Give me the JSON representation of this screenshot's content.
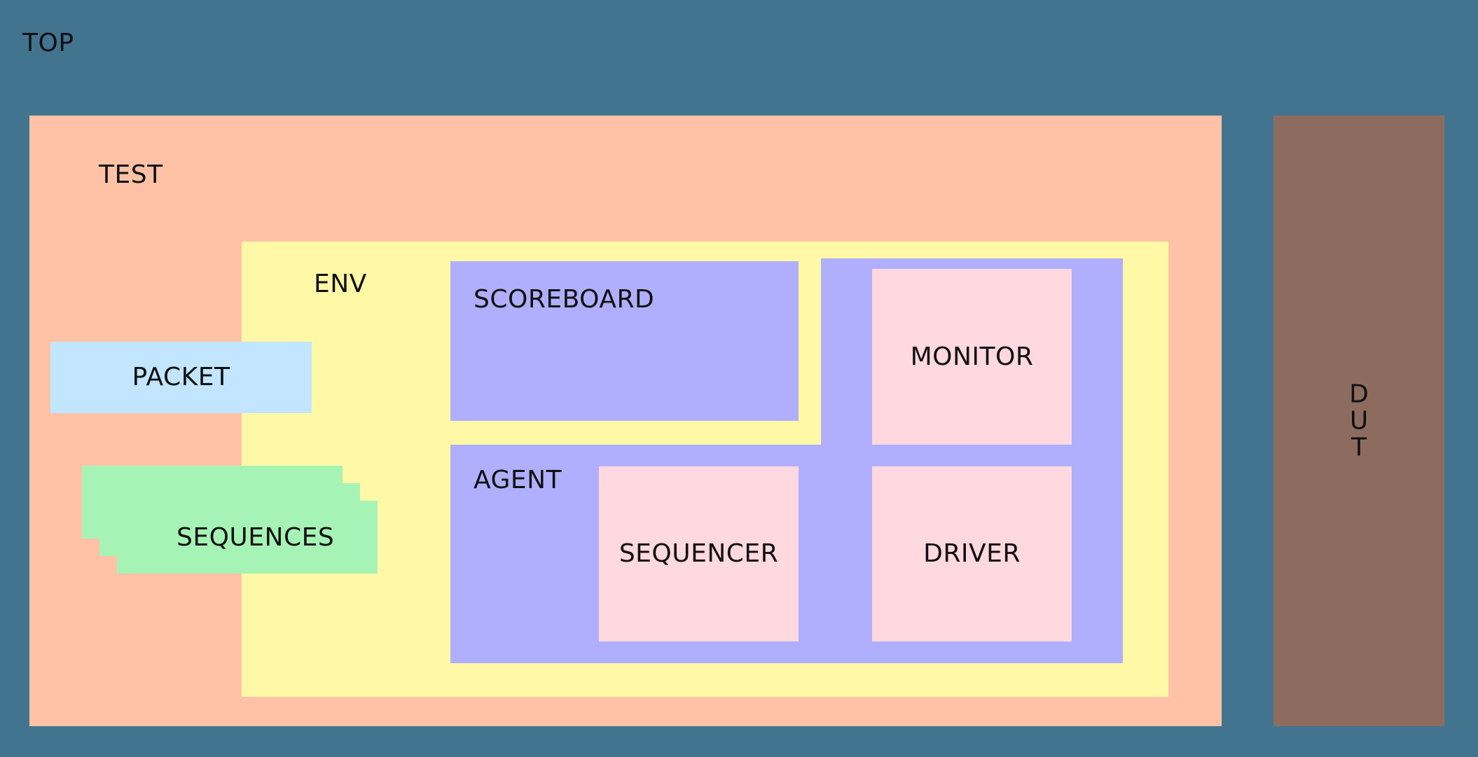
{
  "colors": {
    "top": "#427490",
    "test": "#FFC2A6",
    "env": "#FFF8A6",
    "component": "#B0AFFD",
    "subcomponent": "#FFD8E0",
    "packet": "#C2E6FF",
    "sequences": "#A6F4B5",
    "dut": "#8D6C5F"
  },
  "labels": {
    "top": "TOP",
    "test": "TEST",
    "env": "ENV",
    "scoreboard": "SCOREBOARD",
    "monitor": "MONITOR",
    "agent": "AGENT",
    "sequencer": "SEQUENCER",
    "driver": "DRIVER",
    "packet": "PACKET",
    "sequences": "SEQUENCES",
    "dut": "DUT"
  }
}
